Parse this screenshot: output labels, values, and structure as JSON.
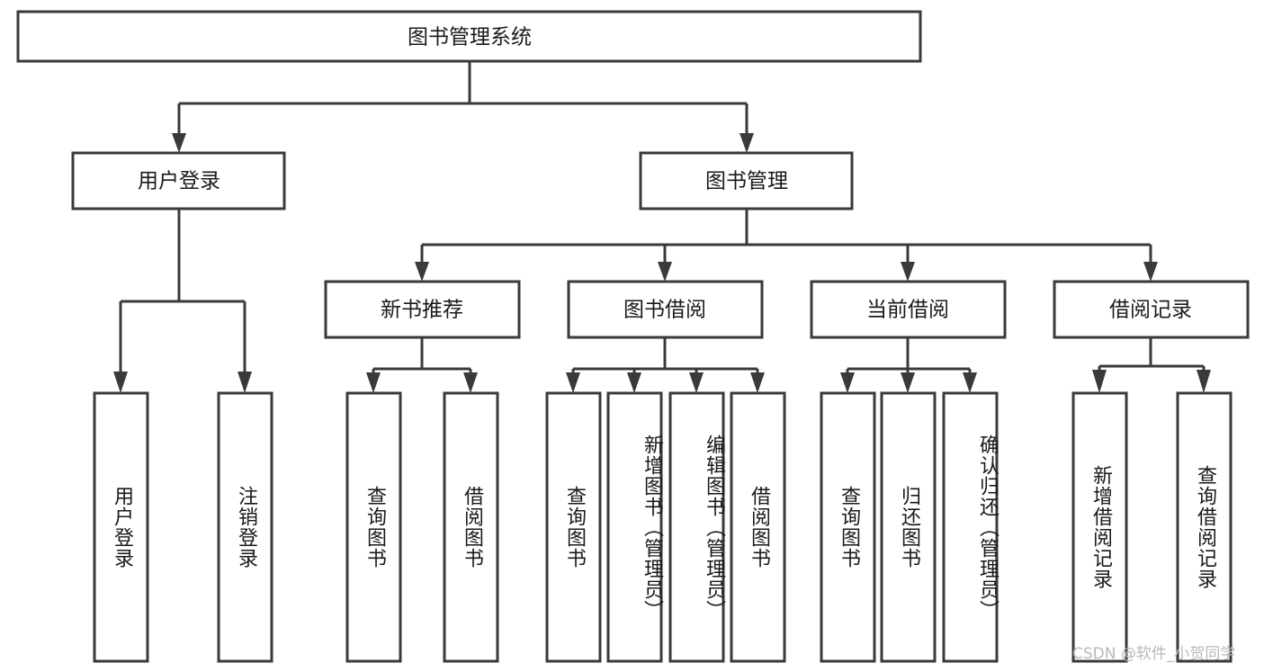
{
  "diagram": {
    "type": "tree-hierarchy-chart",
    "title_node": {
      "label": "图书管理系统"
    },
    "level2": [
      {
        "id": "user-login",
        "label": "用户登录"
      },
      {
        "id": "book-management",
        "label": "图书管理"
      }
    ],
    "level3": [
      {
        "id": "new-book-recommend",
        "label": "新书推荐",
        "parent": "book-management"
      },
      {
        "id": "book-borrow",
        "label": "图书借阅",
        "parent": "book-management"
      },
      {
        "id": "current-borrow",
        "label": "当前借阅",
        "parent": "book-management"
      },
      {
        "id": "borrow-record",
        "label": "借阅记录",
        "parent": "book-management"
      }
    ],
    "leaves": [
      {
        "id": "leaf-user-login",
        "label": "用户登录",
        "parent": "user-login"
      },
      {
        "id": "leaf-logout-login",
        "label": "注销登录",
        "parent": "user-login"
      },
      {
        "id": "leaf-query-book-1",
        "label": "查询图书",
        "parent": "new-book-recommend"
      },
      {
        "id": "leaf-borrow-book-1",
        "label": "借阅图书",
        "parent": "new-book-recommend"
      },
      {
        "id": "leaf-query-book-2",
        "label": "查询图书",
        "parent": "book-borrow"
      },
      {
        "id": "leaf-add-book-admin",
        "label": "新增图书（管理员）",
        "parent": "book-borrow"
      },
      {
        "id": "leaf-edit-book-admin",
        "label": "编辑图书（管理员）",
        "parent": "book-borrow"
      },
      {
        "id": "leaf-borrow-book-2",
        "label": "借阅图书",
        "parent": "book-borrow"
      },
      {
        "id": "leaf-query-book-3",
        "label": "查询图书",
        "parent": "current-borrow"
      },
      {
        "id": "leaf-return-book",
        "label": "归还图书",
        "parent": "current-borrow"
      },
      {
        "id": "leaf-confirm-return-admin",
        "label": "确认归还（管理员）",
        "parent": "current-borrow"
      },
      {
        "id": "leaf-add-borrow-record",
        "label": "新增借阅记录",
        "parent": "borrow-record"
      },
      {
        "id": "leaf-query-borrow-record",
        "label": "查询借阅记录",
        "parent": "borrow-record"
      }
    ],
    "watermark": "CSDN @软件_小贺同学",
    "colors": {
      "stroke": "#3a3a3a",
      "fill": "#ffffff",
      "text": "#1a1a1a",
      "watermark": "#b9b9b9",
      "background": "#ffffff"
    }
  }
}
